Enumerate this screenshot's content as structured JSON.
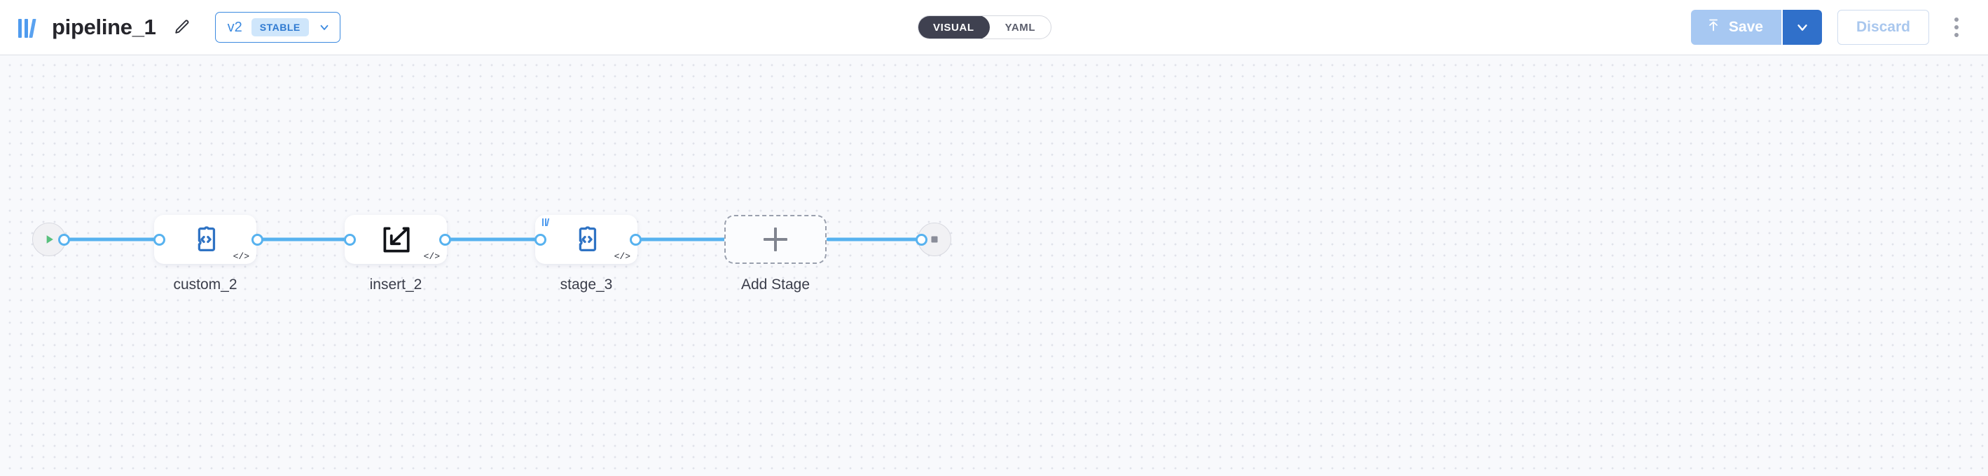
{
  "header": {
    "logo_icon": "pipeline-bars-logo",
    "title": "pipeline_1",
    "edit_icon": "pencil-icon",
    "version": {
      "number": "v2",
      "badge": "STABLE",
      "chevron_icon": "chevron-down-icon"
    },
    "view_toggle": {
      "options": [
        "VISUAL",
        "YAML"
      ],
      "active": "VISUAL"
    },
    "actions": {
      "save_label": "Save",
      "save_icon": "upload-icon",
      "save_caret_icon": "chevron-down-icon",
      "discard_label": "Discard",
      "overflow_icon": "kebab-menu-icon"
    },
    "accent_color": "#3c8ae0",
    "save_disabled_color": "#a7c8f2",
    "save_caret_color": "#3070ca",
    "toggle_active_color": "#3f4150"
  },
  "canvas": {
    "background_color": "#f8f9fc",
    "dot_color": "#e0e2ea",
    "edge_color": "#57b2ef",
    "start_node": {
      "name": "start-node",
      "icon": "play-icon",
      "color": "#58c07d"
    },
    "end_node": {
      "name": "end-node",
      "icon": "stop-square-icon",
      "color": "#8a8d99"
    },
    "nodes": [
      {
        "id": "custom_2",
        "label": "custom_2",
        "icon": "puzzle-code-icon",
        "badge": "</>",
        "has_mini_logo": false
      },
      {
        "id": "insert_2",
        "label": "insert_2",
        "icon": "insert-arrow-icon",
        "badge": "</>",
        "has_mini_logo": false
      },
      {
        "id": "stage_3",
        "label": "stage_3",
        "icon": "puzzle-code-icon",
        "badge": "</>",
        "has_mini_logo": true
      },
      {
        "id": "add_stage",
        "label": "Add Stage",
        "icon": "plus-icon",
        "badge": "",
        "has_mini_logo": false
      }
    ]
  }
}
